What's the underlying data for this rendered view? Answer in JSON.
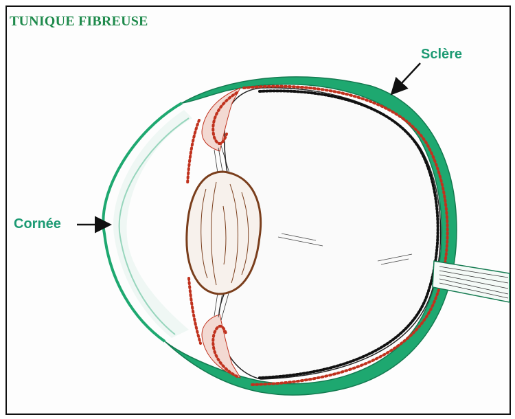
{
  "title": "TUNIQUE FIBREUSE",
  "labels": {
    "sclere": "Sclère",
    "cornee": "Cornée"
  },
  "colors": {
    "title": "#1f8a4c",
    "label": "#1c9a73",
    "sclera_fill": "#1ea870",
    "sclera_dark": "#147a50",
    "choroid_dots": "#c0321e",
    "retina_dots": "#111111",
    "lens_outline": "#7a3e1c",
    "frame": "#111111"
  },
  "icons": {
    "arrow_sclere": "arrow-icon",
    "arrow_cornee": "arrow-icon"
  }
}
